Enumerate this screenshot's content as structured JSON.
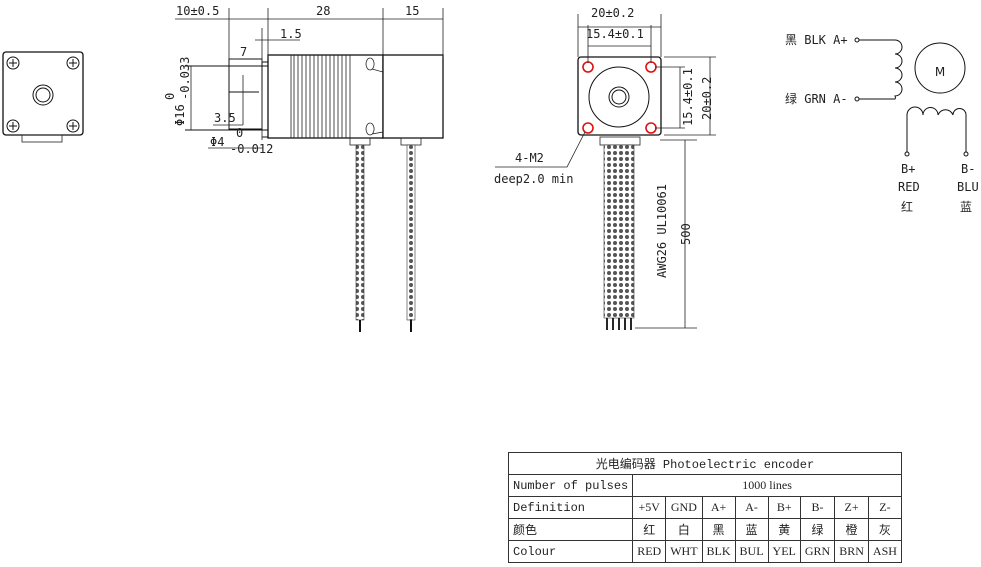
{
  "side_view": {
    "dim_overall_left": "10±0.5",
    "dim_body": "28",
    "dim_rear": "15",
    "dim_shoulder": "1.5",
    "dim_shaft": "7",
    "dim_flat": "3.5",
    "dim_pilot_dia": "Φ16",
    "dim_pilot_tol_upper": "0",
    "dim_pilot_tol_lower": "-0.033",
    "dim_shaft_dia": "Φ4",
    "dim_shaft_tol_upper": "0",
    "dim_shaft_tol_lower": "-0.012"
  },
  "front_view": {
    "dim_width": "20±0.2",
    "dim_hole_spacing_h": "15.4±0.1",
    "dim_hole_spacing_v": "15.4±0.1",
    "dim_height": "20±0.2",
    "hole_callout": "4-M2",
    "hole_depth": "deep2.0 min",
    "cable_spec": "AWG26 UL10061",
    "cable_length": "500",
    "hole_color": "#e01010"
  },
  "wiring": {
    "a_plus": "黑 BLK A+",
    "a_minus": "绿 GRN A-",
    "motor_symbol": "M",
    "b_plus": "B+",
    "b_plus_color": "RED",
    "b_plus_cn": "红",
    "b_minus": "B-",
    "b_minus_color": "BLU",
    "b_minus_cn": "蓝"
  },
  "encoder_table": {
    "title": "光电编码器 Photoelectric encoder",
    "pulses_label": "Number of pulses",
    "pulses_value": "1000 lines",
    "definition_label": "Definition",
    "definitions": [
      "+5V",
      "GND",
      "A+",
      "A-",
      "B+",
      "B-",
      "Z+",
      "Z-"
    ],
    "color_cn_label": "颜色",
    "colors_cn": [
      "红",
      "白",
      "黑",
      "蓝",
      "黄",
      "绿",
      "橙",
      "灰"
    ],
    "colour_label": "Colour",
    "colours": [
      "RED",
      "WHT",
      "BLK",
      "BUL",
      "YEL",
      "GRN",
      "BRN",
      "ASH"
    ]
  }
}
